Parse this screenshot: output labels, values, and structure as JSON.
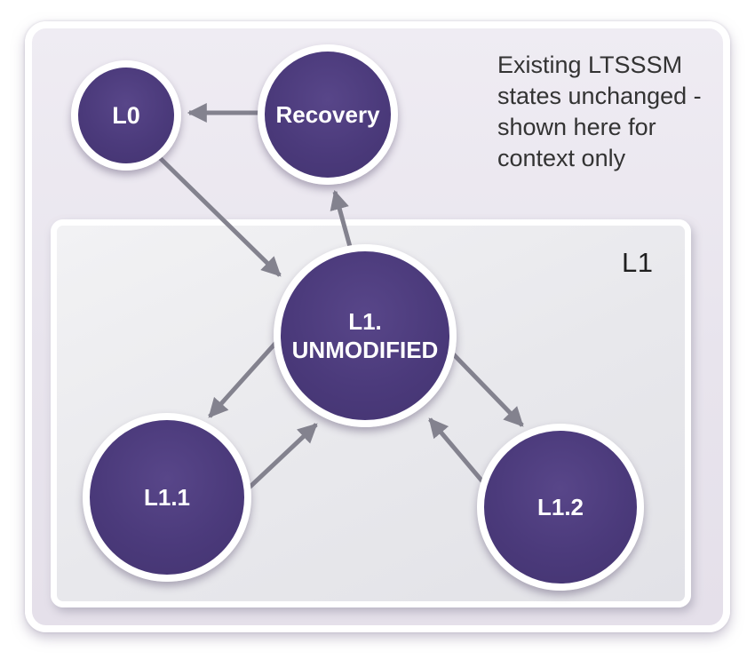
{
  "diagram": {
    "note": {
      "lines": [
        "Existing LTSSSM",
        "states unchanged -",
        "shown here for",
        "context only"
      ]
    },
    "l1_box": {
      "label": "L1"
    },
    "states": {
      "l0": {
        "label": "L0"
      },
      "recovery": {
        "label": "Recovery"
      },
      "l1_unmodified": {
        "line1": "L1.",
        "line2": "UNMODIFIED"
      },
      "l1_1": {
        "label": "L1.1"
      },
      "l1_2": {
        "label": "L1.2"
      }
    },
    "transitions": [
      {
        "from": "Recovery",
        "to": "L0"
      },
      {
        "from": "L0",
        "to": "L1.UNMODIFIED"
      },
      {
        "from": "L1.UNMODIFIED",
        "to": "Recovery"
      },
      {
        "from": "L1.UNMODIFIED",
        "to": "L1.1"
      },
      {
        "from": "L1.1",
        "to": "L1.UNMODIFIED"
      },
      {
        "from": "L1.UNMODIFIED",
        "to": "L1.2"
      },
      {
        "from": "L1.2",
        "to": "L1.UNMODIFIED"
      }
    ],
    "colors": {
      "state_fill": "#4a3979",
      "state_ring": "#ffffff",
      "state_text": "#ffffff",
      "arrow": "#83828e",
      "outer_box_fill": "#e8e4ed",
      "inner_box_fill": "#e8e8ec",
      "note_text": "#333333",
      "l1_label_text": "#1f1f1f"
    }
  }
}
